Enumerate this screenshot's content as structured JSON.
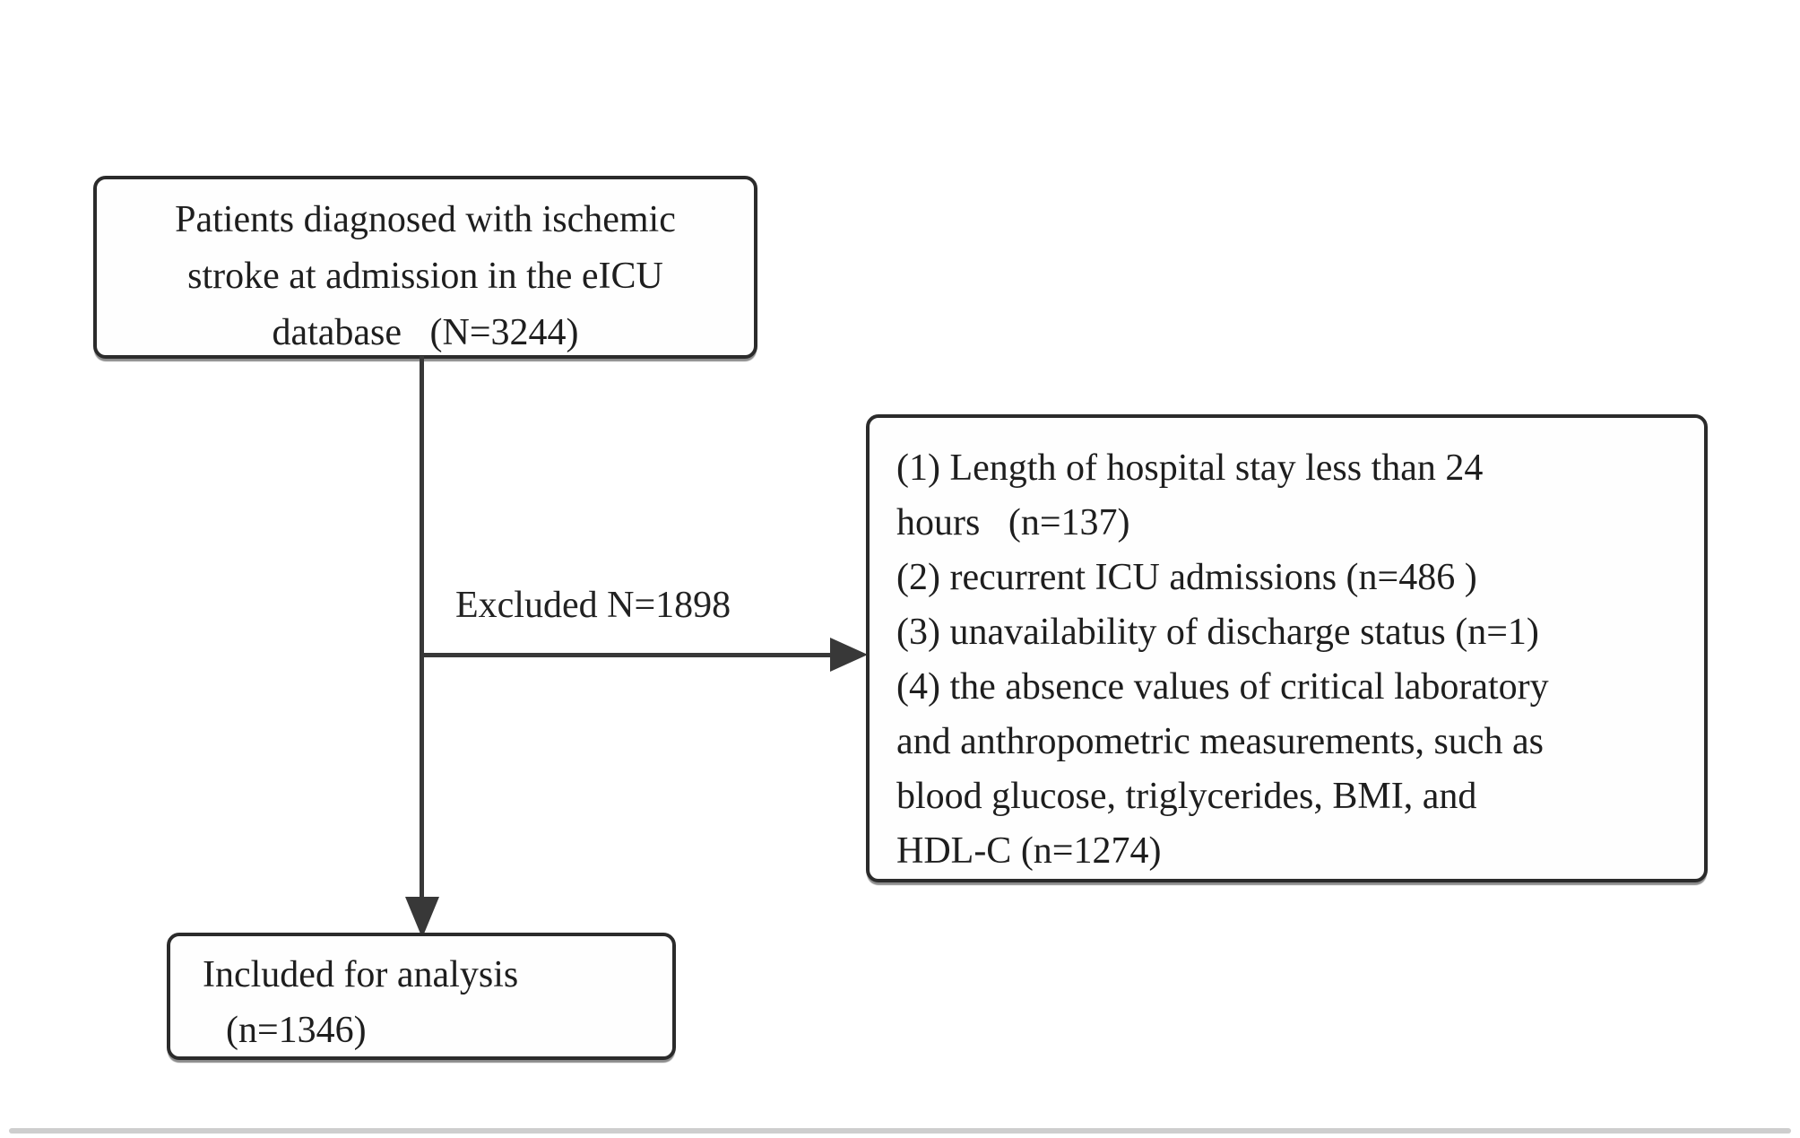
{
  "diagram": {
    "background_color": "#ffffff",
    "border_color": "#2b2b2b",
    "text_color": "#1e1e1e",
    "line_color": "#383838",
    "top_box": {
      "lines": [
        "Patients diagnosed with ischemic",
        "stroke at admission in the eICU",
        "database   (N=3244)"
      ]
    },
    "excluded_label": "Excluded N=1898",
    "exclusion_box": {
      "lines": [
        "(1) Length of hospital stay less than 24",
        "hours   (n=137)",
        "(2) recurrent ICU admissions (n=486 )",
        "(3) unavailability of discharge status (n=1)",
        "(4) the absence values of critical laboratory",
        "and anthropometric measurements, such as",
        "blood glucose, triglycerides, BMI, and",
        "HDL-C (n=1274)"
      ]
    },
    "result_box": {
      "lines": [
        "Included for analysis",
        "(n=1346)"
      ]
    }
  }
}
